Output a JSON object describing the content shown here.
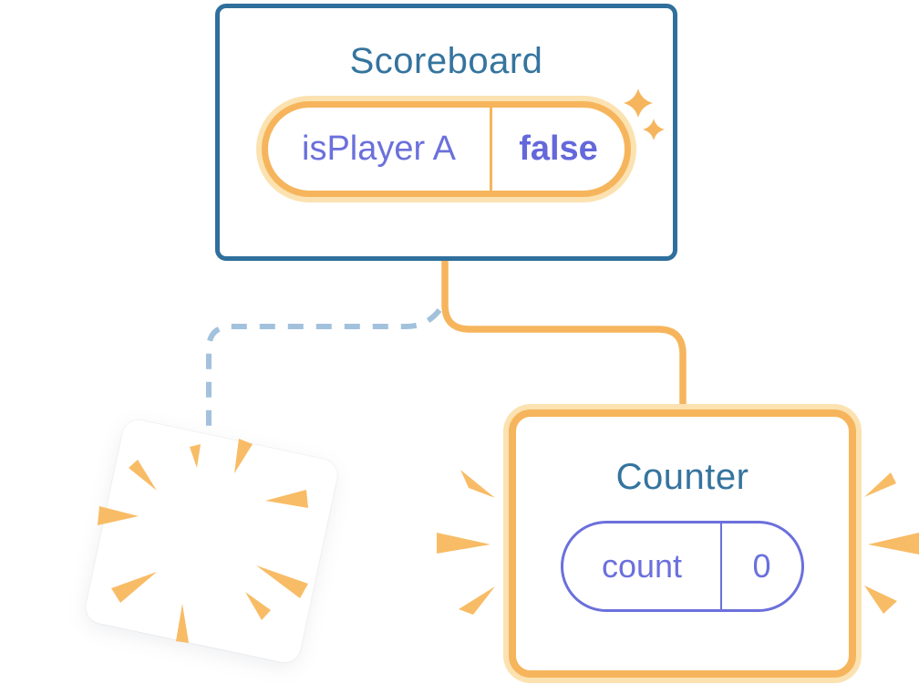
{
  "scoreboard": {
    "title": "Scoreboard",
    "state": {
      "name": "isPlayer A",
      "value": "false"
    }
  },
  "counter": {
    "title": "Counter",
    "state": {
      "name": "count",
      "value": "0"
    }
  },
  "icons": {
    "sparkles": "sparkle-icon",
    "poof_burst": "poof-burst-icon",
    "emphasis_rays": "emphasis-rays-icon"
  },
  "colors": {
    "orange": "#F6B55C",
    "orange_glow": "#FBE2B0",
    "card_blue": "#2F6F9C",
    "title_blue": "#35749E",
    "state_purple": "#6B70DC",
    "dashed_line_blue": "#A2C1DC"
  }
}
